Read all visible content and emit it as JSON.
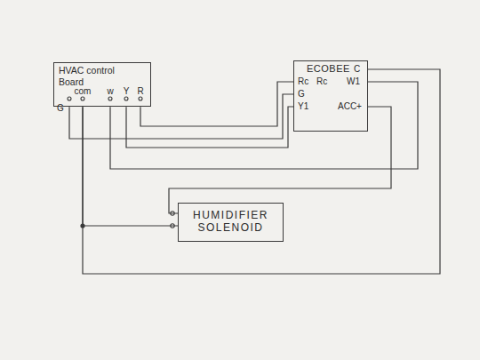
{
  "diagram": {
    "nodes": [
      {
        "text": [
          "HVAC control Board"
        ]
      },
      {
        "text": [
          "ECOBEE"
        ]
      },
      {
        "text": [
          "HUMIDIFIER SOLENOID"
        ]
      }
    ],
    "edges": [
      {
        "from": 0,
        "to": 1,
        "arrow": "none"
      },
      {
        "from": 0,
        "to": 1,
        "arrow": "none"
      },
      {
        "from": 0,
        "to": 1,
        "arrow": "none"
      },
      {
        "from": 0,
        "to": 1,
        "arrow": "none"
      },
      {
        "from": 0,
        "to": 1,
        "arrow": "none"
      },
      {
        "from": 1,
        "to": 2,
        "arrow": "none"
      },
      {
        "from": 0,
        "to": 2,
        "arrow": "none"
      }
    ],
    "labels": [
      "com",
      "w",
      "Y",
      "R",
      "G",
      "Rc",
      "Rc",
      "G",
      "Y1",
      "C",
      "W1",
      "ACC+"
    ]
  }
}
